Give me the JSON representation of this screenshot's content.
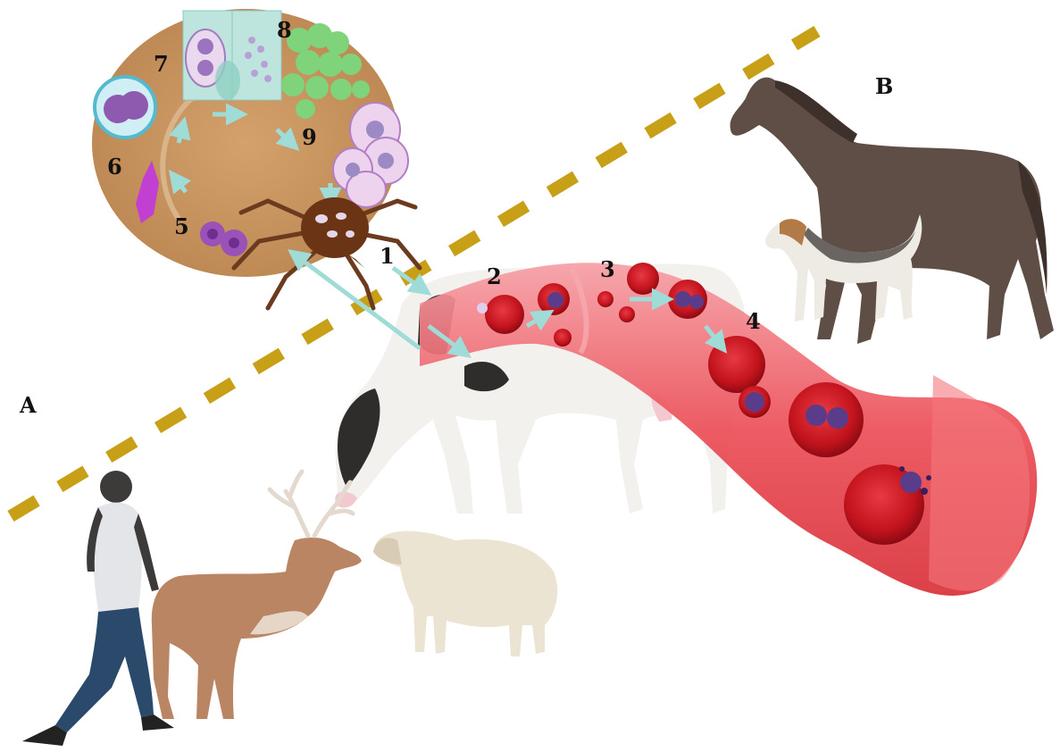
{
  "labels": {
    "region_a": "A",
    "region_b": "B",
    "step_1": "1",
    "step_2": "2",
    "step_3": "3",
    "step_4": "4",
    "step_5": "5",
    "step_6": "6",
    "step_7": "7",
    "step_8": "8",
    "step_9": "9"
  },
  "colors": {
    "divider": "#C8A018",
    "tick_body": "#C9935F",
    "vessel": "#E8323C",
    "rbc": "#C8141E",
    "parasite": "#6A3F8E",
    "arrow": "#9FDCD8"
  },
  "icons": {
    "human": "walking-person-icon",
    "deer": "deer-icon",
    "sheep": "sheep-icon",
    "cow": "cow-icon",
    "horse": "horse-icon",
    "dog": "dog-icon",
    "tick": "tick-icon"
  }
}
